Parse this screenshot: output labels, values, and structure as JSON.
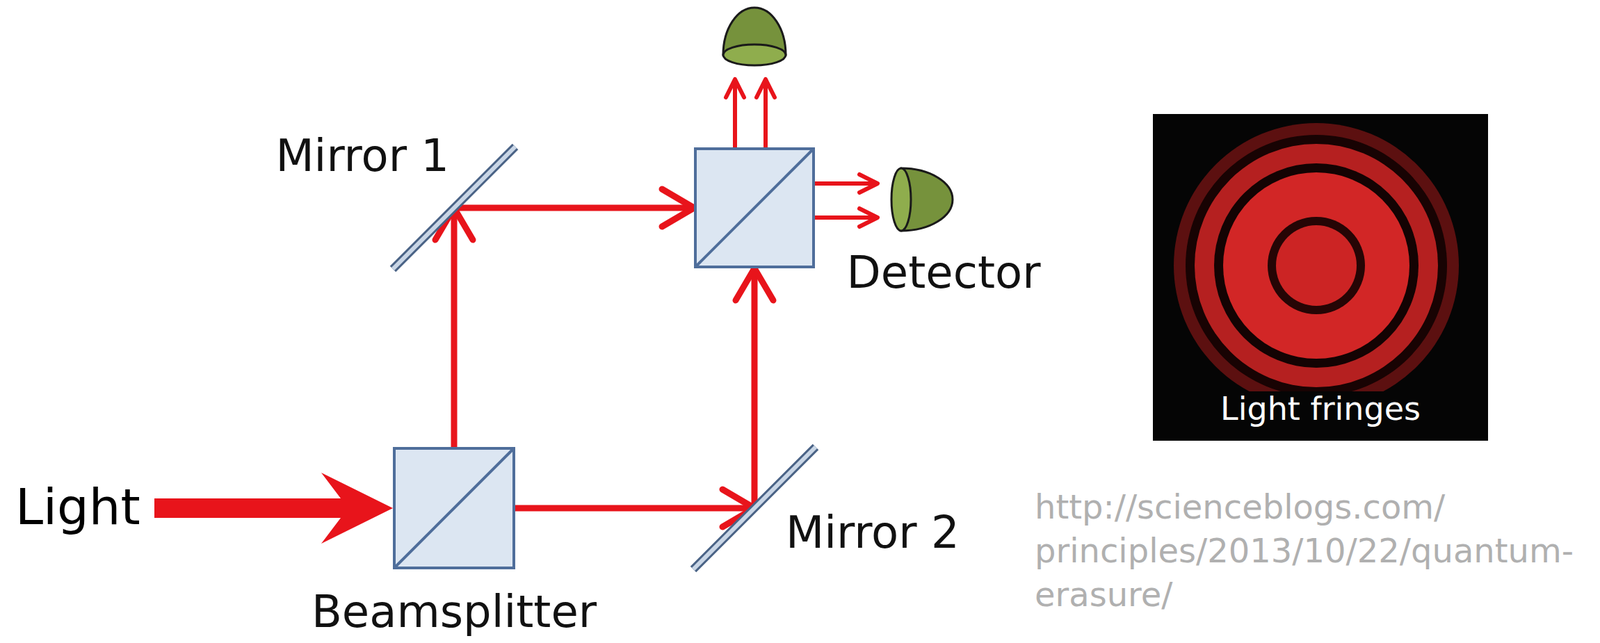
{
  "diagram": {
    "nodes": [
      {
        "text": [
          "Mirror 1"
        ]
      },
      {
        "text": [
          "Detector"
        ]
      },
      {
        "text": [
          "Light fringes"
        ]
      },
      {
        "text": [
          "Beamsplitter"
        ]
      },
      {
        "text": [
          "Mirror 2"
        ]
      }
    ],
    "edges": [
      {
        "from": 3,
        "to": 0,
        "arrow": "to"
      },
      {
        "from": 3,
        "to": 4,
        "arrow": "to"
      }
    ],
    "labels": [
      "Light",
      "http://scienceblogs.com/ principles/2013/10/22/quantum- erasure/"
    ]
  }
}
